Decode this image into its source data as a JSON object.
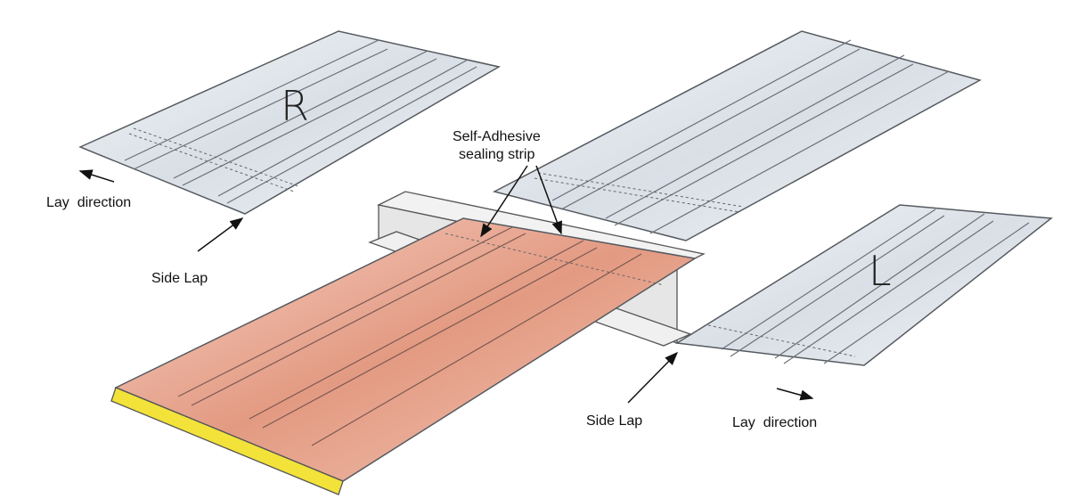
{
  "labels": {
    "panel_r": "R",
    "panel_l": "L",
    "lay_direction_left": "Lay  direction",
    "side_lap_left": "Side Lap",
    "sealing_strip_line1": "Self-Adhesive",
    "sealing_strip_line2": "sealing strip",
    "side_lap_right": "Side Lap",
    "lay_direction_right": "Lay  direction"
  },
  "colors": {
    "panel_steel": "#dde3ea",
    "panel_outline": "#555a60",
    "insulated_panel": "#e7a48e",
    "insulation_core": "#f2e23a",
    "purlin": "#eaeaea"
  }
}
